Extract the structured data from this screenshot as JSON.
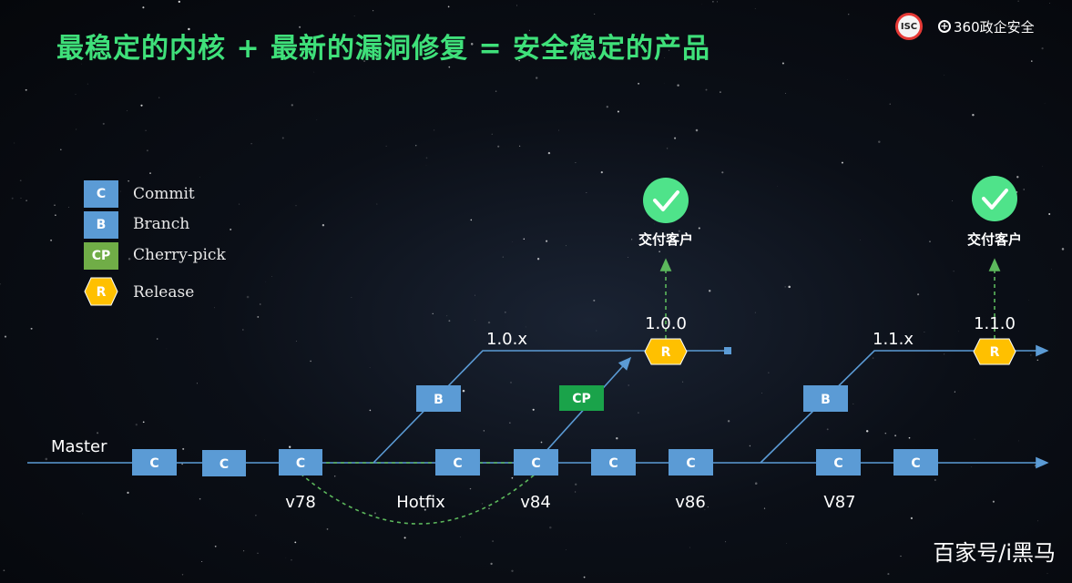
{
  "title": "最稳定的内核 + 最新的漏洞修复 = 安全稳定的产品",
  "logos": {
    "isc": "ISC",
    "brand": "360政企安全"
  },
  "legend": [
    {
      "key": "C",
      "label": "Commit",
      "color": "#5b9bd5"
    },
    {
      "key": "B",
      "label": "Branch",
      "color": "#5b9bd5"
    },
    {
      "key": "CP",
      "label": "Cherry-pick",
      "color": "#70ad47"
    },
    {
      "key": "R",
      "label": "Release",
      "color": "#ffc000"
    }
  ],
  "diagram": {
    "master_label": "Master",
    "master_commit_label": "C",
    "branch_label": "B",
    "cherry_pick_label": "CP",
    "release_label": "R",
    "version_labels": {
      "v78": "v78",
      "hotfix": "Hotfix",
      "v84": "v84",
      "v86": "v86",
      "v87": "V87"
    },
    "branch_1": {
      "name": "1.0.x",
      "release": "1.0.0"
    },
    "branch_2": {
      "name": "1.1.x",
      "release": "1.1.0"
    },
    "delivery_label": "交付客户"
  },
  "colors": {
    "line": "#5b9bd5",
    "dashed": "#5cb85c",
    "title": "#3fe07a",
    "release": "#ffc000",
    "check": "#4fe38a"
  },
  "watermark": "百家号/i黑马"
}
